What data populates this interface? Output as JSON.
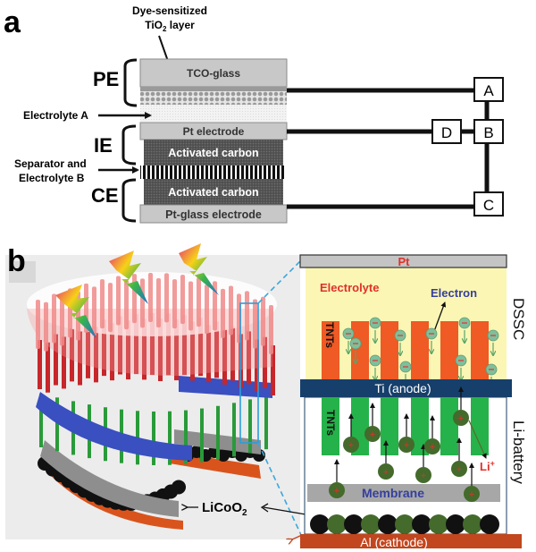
{
  "panel_a": {
    "panel_label": "a",
    "dye_label_line1": "Dye-sensitized",
    "dye_label_line2_prefix": "TiO",
    "dye_label_line2_sub": "2",
    "dye_label_line2_suffix": " layer",
    "groups": {
      "pe": "PE",
      "ie": "IE",
      "ce": "CE"
    },
    "electrolyte_a": "Electrolyte A",
    "separator_line1": "Separator and",
    "separator_line2": "Electrolyte B",
    "layers": {
      "tco_glass": "TCO-glass",
      "pt_electrode": "Pt electrode",
      "activated_carbon_top": "Activated carbon",
      "activated_carbon_bottom": "Activated carbon",
      "pt_glass_electrode": "Pt-glass electrode"
    },
    "boxes": {
      "a": "A",
      "b": "B",
      "c": "C",
      "d": "D"
    }
  },
  "panel_b": {
    "panel_label": "b",
    "licoo2_prefix": "LiCoO",
    "licoo2_sub": "2",
    "pt": "Pt",
    "electrolyte": "Electrolyte",
    "electron": "Electron",
    "tnts_top": "TNTs",
    "tnts_bottom": "TNTs",
    "ti_anode": "Ti (anode)",
    "membrane": "Membrane",
    "li_plus_prefix": "Li",
    "li_plus_sup": "+",
    "al_cathode": "Al (cathode)",
    "dssc": "DSSC",
    "li_battery": "Li-battery",
    "colors": {
      "electrolyte_bg": "#fbf6b4",
      "tnt_orange": "#ef5a25",
      "tnt_green": "#25b24a",
      "ti_anode": "#163f6b",
      "al_cathode": "#c2461e",
      "membrane": "#a7a7a7",
      "electron_ball": "#7fbf9a",
      "li_ball": "#446a2c",
      "red_text": "#e0312a",
      "blue_text": "#343f9c"
    }
  }
}
